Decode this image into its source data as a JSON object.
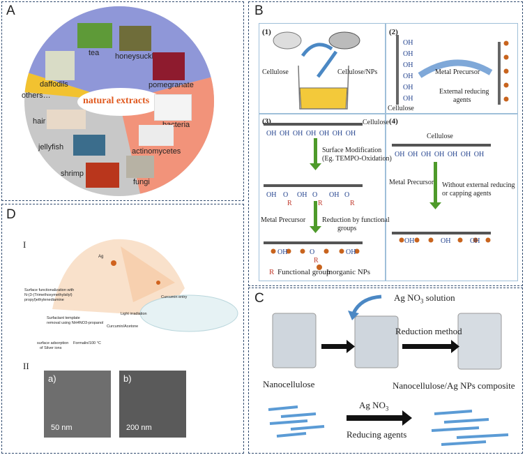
{
  "panelA": {
    "label": "A",
    "center": "natural extracts",
    "items": [
      "tea",
      "honeysuckle",
      "daffodils",
      "pomegranate",
      "others…",
      "bacteria",
      "hair",
      "actinomycetes",
      "jellyfish",
      "fungi",
      "shrimp"
    ]
  },
  "panelB": {
    "label": "B",
    "s1": {
      "num": "(1)",
      "left": "Cellulose",
      "right": "Cellulose/NPs"
    },
    "s2": {
      "num": "(2)",
      "oh": "OH",
      "arrow": "Metal Precursor",
      "reduce1": "External reducing",
      "reduce2": "agents",
      "cell": "Cellulose"
    },
    "s3": {
      "num": "(3)",
      "cell": "Cellulose",
      "oh": "OH",
      "o": "O",
      "r": "R",
      "mod1": "Surface Modification",
      "mod2": "(Eg. TEMPO-Oxidation)",
      "mp": "Metal Precursor",
      "red1": "Reduction by functional",
      "red2": "groups",
      "leg_r": "R",
      "leg_fg": "Functional group",
      "leg_np": "Inorganic NPs"
    },
    "s4": {
      "num": "(4)",
      "cell": "Cellulose",
      "oh": "OH",
      "mp": "Metal Precursor",
      "w1": "Without external reducing",
      "w2": "or capping agents"
    }
  },
  "panelC": {
    "label": "C",
    "agno3_sol_pre": "Ag NO",
    "agno3_sol_sub": "3",
    "agno3_sol_post": " solution",
    "method": "Reduction method",
    "nano": "Nanocellulose",
    "composite": "Nanocellulose/Ag NPs composite",
    "agno3_pre": "Ag NO",
    "agno3_sub": "3",
    "reducing": "Reducing agents"
  },
  "panelD": {
    "label": "D",
    "roman1": "I",
    "roman2": "II",
    "sf1": "Surface functionalization with",
    "sf2": "N-(3-(Trimethoxymethylsilyl)",
    "sf3": "propyl)ethylenediamine",
    "st1": "Surfactant template",
    "st2": "removal using NH4NO3-propanol",
    "sa1": "surface adsorption",
    "sa2": "of Silver ions",
    "form": "Formalin/100 °C",
    "light": "Light irradiation",
    "curc": "Curcumin/Acetone",
    "entry": "Curcumin entry",
    "ag": "Ag",
    "a": "a)",
    "b": "b)",
    "scale_a": "50 nm",
    "scale_b": "200 nm"
  },
  "colors": {
    "border": "#2f4a6e",
    "oh": "#1f3f8c",
    "r": "#c0392b",
    "np": "#c8641e",
    "arrow_green": "#4e9a2a",
    "arrow_black": "#111111"
  }
}
